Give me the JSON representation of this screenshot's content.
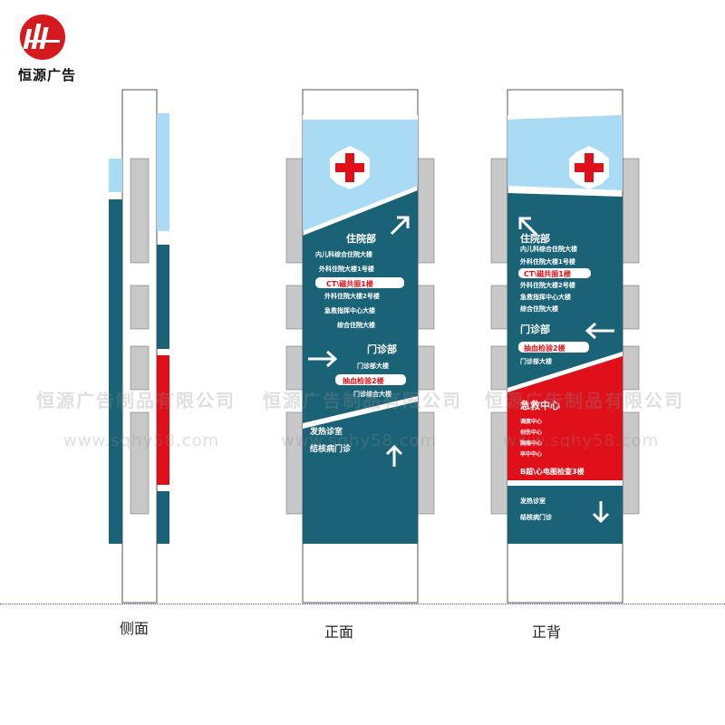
{
  "brand": {
    "name": "恒源广告"
  },
  "watermark": {
    "company": "恒源广告制品有限公司",
    "url": "www.sqhy58.com"
  },
  "views": {
    "side": {
      "caption": "侧面"
    },
    "front": {
      "caption": "正面",
      "sections": {
        "inpatient": {
          "title": "住院部",
          "items": [
            "内儿科综合住院大楼",
            "外科住院大楼1号楼",
            "CT\\磁共振1楼",
            "外科住院大楼2号楼",
            "急救指挥中心大楼",
            "综合住院大楼"
          ]
        },
        "outpatient": {
          "title": "门诊部",
          "items": [
            "门诊部大楼",
            "抽血检验2楼",
            "门诊综合大楼"
          ]
        },
        "bottom": {
          "items": [
            "发热诊室",
            "结核病门诊"
          ]
        }
      }
    },
    "back": {
      "caption": "正背",
      "sections": {
        "inpatient": {
          "title": "住院部",
          "items": [
            "内儿科综合住院大楼",
            "外科住院大楼1号楼",
            "CT\\磁共振1楼",
            "外科住院大楼2号楼",
            "急救指挥中心大楼",
            "综合住院大楼"
          ]
        },
        "outpatient": {
          "title": "门诊部",
          "items": [
            "抽血检验2楼",
            "门诊部大楼"
          ]
        },
        "emergency": {
          "title": "急救中心",
          "items": [
            "调度中心",
            "创伤中心",
            "胸痛中心",
            "卒中中心",
            "B超\\心电图检查3楼"
          ]
        },
        "bottom": {
          "items": [
            "发热诊室",
            "结核病门诊"
          ]
        }
      }
    }
  },
  "colors": {
    "teal": "#1a6377",
    "light_blue": "#a9dcf4",
    "red": "#e0101a",
    "gray_panel": "#c8c8c8",
    "brand_red": "#d51a1f"
  }
}
